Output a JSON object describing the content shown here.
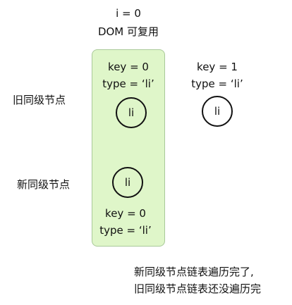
{
  "header": {
    "index_label": "i = 0",
    "reuse_label": "DOM 可复用"
  },
  "rows": {
    "old_label": "旧同级节点",
    "new_label": "新同级节点"
  },
  "old_nodes": [
    {
      "key": "key = 0",
      "type": "type = ‘li’",
      "tag": "li",
      "highlighted": true
    },
    {
      "key": "key = 1",
      "type": "type = ‘li’",
      "tag": "li",
      "highlighted": false
    }
  ],
  "new_nodes": [
    {
      "key": "key = 0",
      "type": "type = ‘li’",
      "tag": "li",
      "highlighted": true
    }
  ],
  "note": {
    "line1": "新同级节点链表遍历完了,",
    "line2": "旧同级节点链表还没遍历完"
  },
  "colors": {
    "highlight_fill": "#dff6c9",
    "highlight_border": "#a9c999"
  }
}
